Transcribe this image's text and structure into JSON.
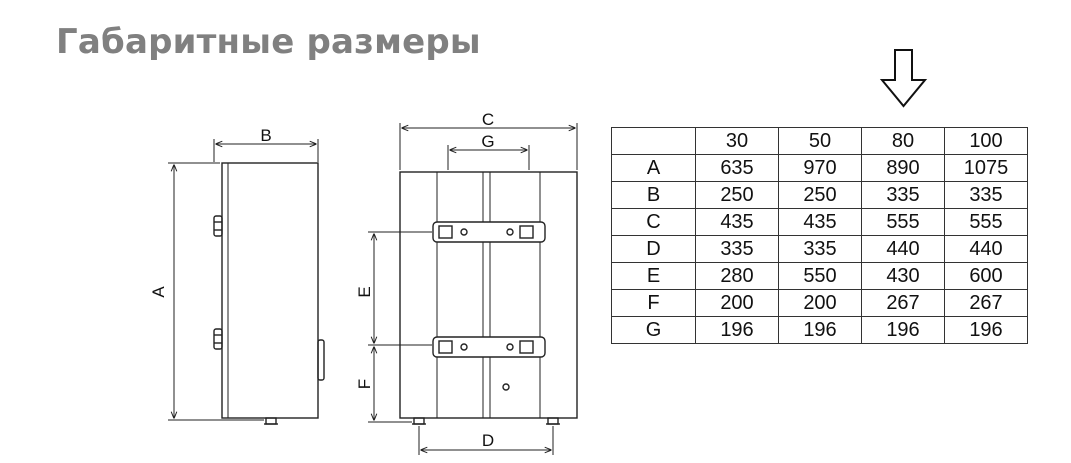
{
  "title": "Габаритные размеры",
  "dimension_labels": {
    "A": "A",
    "B": "B",
    "C": "C",
    "D": "D",
    "E": "E",
    "F": "F",
    "G": "G"
  },
  "table": {
    "corner": "",
    "headers": [
      "30",
      "50",
      "80",
      "100"
    ],
    "rows": [
      {
        "label": "A",
        "values": [
          "635",
          "970",
          "890",
          "1075"
        ]
      },
      {
        "label": "B",
        "values": [
          "250",
          "250",
          "335",
          "335"
        ]
      },
      {
        "label": "C",
        "values": [
          "435",
          "435",
          "555",
          "555"
        ]
      },
      {
        "label": "D",
        "values": [
          "335",
          "335",
          "440",
          "440"
        ]
      },
      {
        "label": "E",
        "values": [
          "280",
          "550",
          "430",
          "600"
        ]
      },
      {
        "label": "F",
        "values": [
          "200",
          "200",
          "267",
          "267"
        ]
      },
      {
        "label": "G",
        "values": [
          "196",
          "196",
          "196",
          "196"
        ]
      }
    ]
  },
  "indicator": {
    "icon": "down-arrow-icon"
  }
}
